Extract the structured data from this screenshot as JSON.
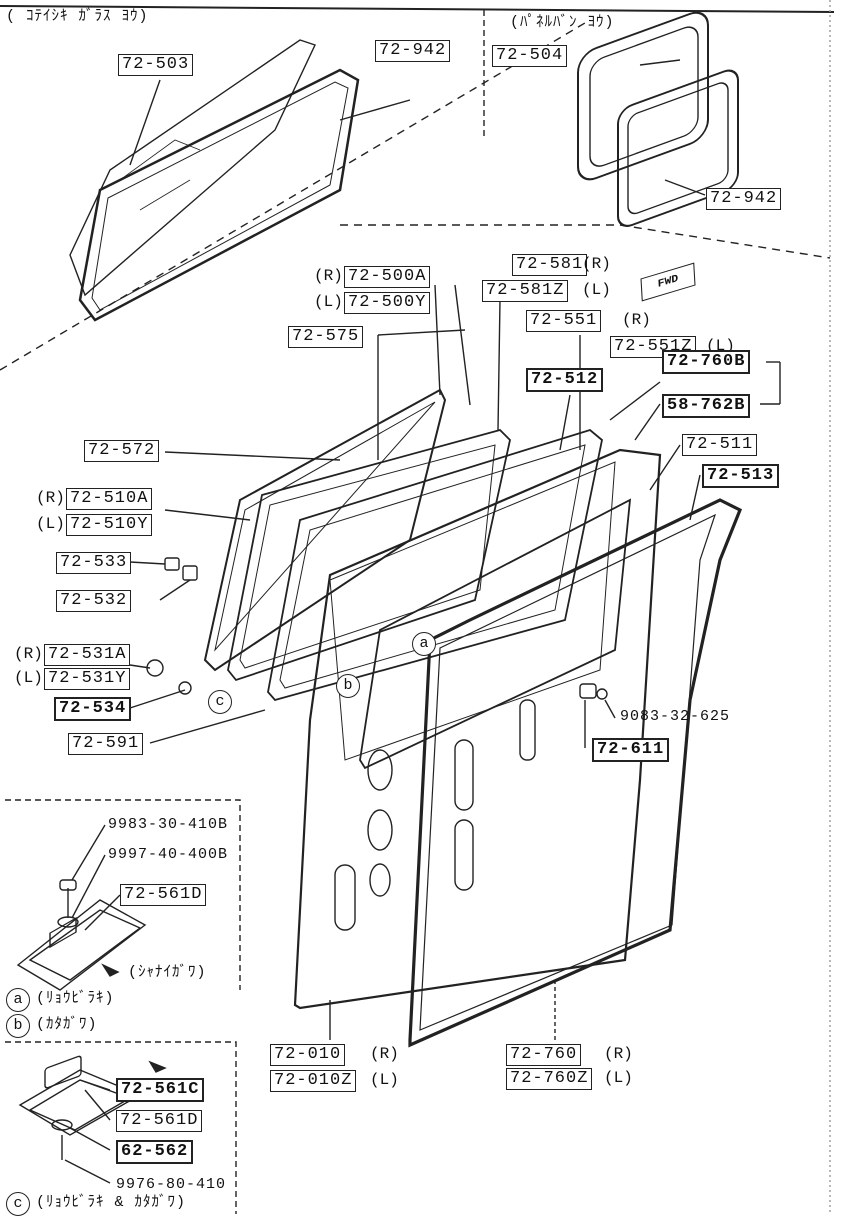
{
  "sections": {
    "fixed_glass": "( ｺﾃｲｼｷ ｶﾞﾗｽ ﾖｳ)",
    "panel_van": "(ﾊﾟﾈﾙﾊﾞﾝ ﾖｳ)",
    "inner_side": "(ｼｬﾅｲｶﾞﾜ)"
  },
  "parts": {
    "p72_503": "72-503",
    "p72_942a": "72-942",
    "p72_504": "72-504",
    "p72_942b": "72-942",
    "p72_500a": "72-500A",
    "p72_500y": "72-500Y",
    "p72_581": "72-581",
    "p72_581z": "72-581Z",
    "p72_575": "72-575",
    "p72_551": "72-551",
    "p72_551z": "72-551Z",
    "p72_512": "72-512",
    "p72_760b": "72-760B",
    "p58_762b": "58-762B",
    "p72_572": "72-572",
    "p72_511": "72-511",
    "p72_513": "72-513",
    "p72_510a": "72-510A",
    "p72_510y": "72-510Y",
    "p72_533": "72-533",
    "p72_532": "72-532",
    "p72_531a": "72-531A",
    "p72_531y": "72-531Y",
    "p72_534": "72-534",
    "p72_591": "72-591",
    "p72_611": "72-611",
    "p9083": "9083-32-625",
    "p9983": "9983-30-410B",
    "p9997": "9997-40-400B",
    "p72_561d_a": "72-561D",
    "p72_010": "72-010",
    "p72_010z": "72-010Z",
    "p72_760": "72-760",
    "p72_760z": "72-760Z",
    "p72_561c": "72-561C",
    "p72_561d_b": "72-561D",
    "p62_562": "62-562",
    "p9976": "9976-80-410"
  },
  "sides": {
    "right": "(R)",
    "left": "(L)"
  },
  "markers": {
    "a": "a",
    "b": "b",
    "c": "c"
  },
  "legend": {
    "a_text": "(ﾘｮｳﾋﾞﾗｷ)",
    "b_text": "(ｶﾀｶﾞﾜ)",
    "c_text": "(ﾘｮｳﾋﾞﾗｷ & ｶﾀｶﾞﾜ)"
  },
  "fwd": "FWD"
}
